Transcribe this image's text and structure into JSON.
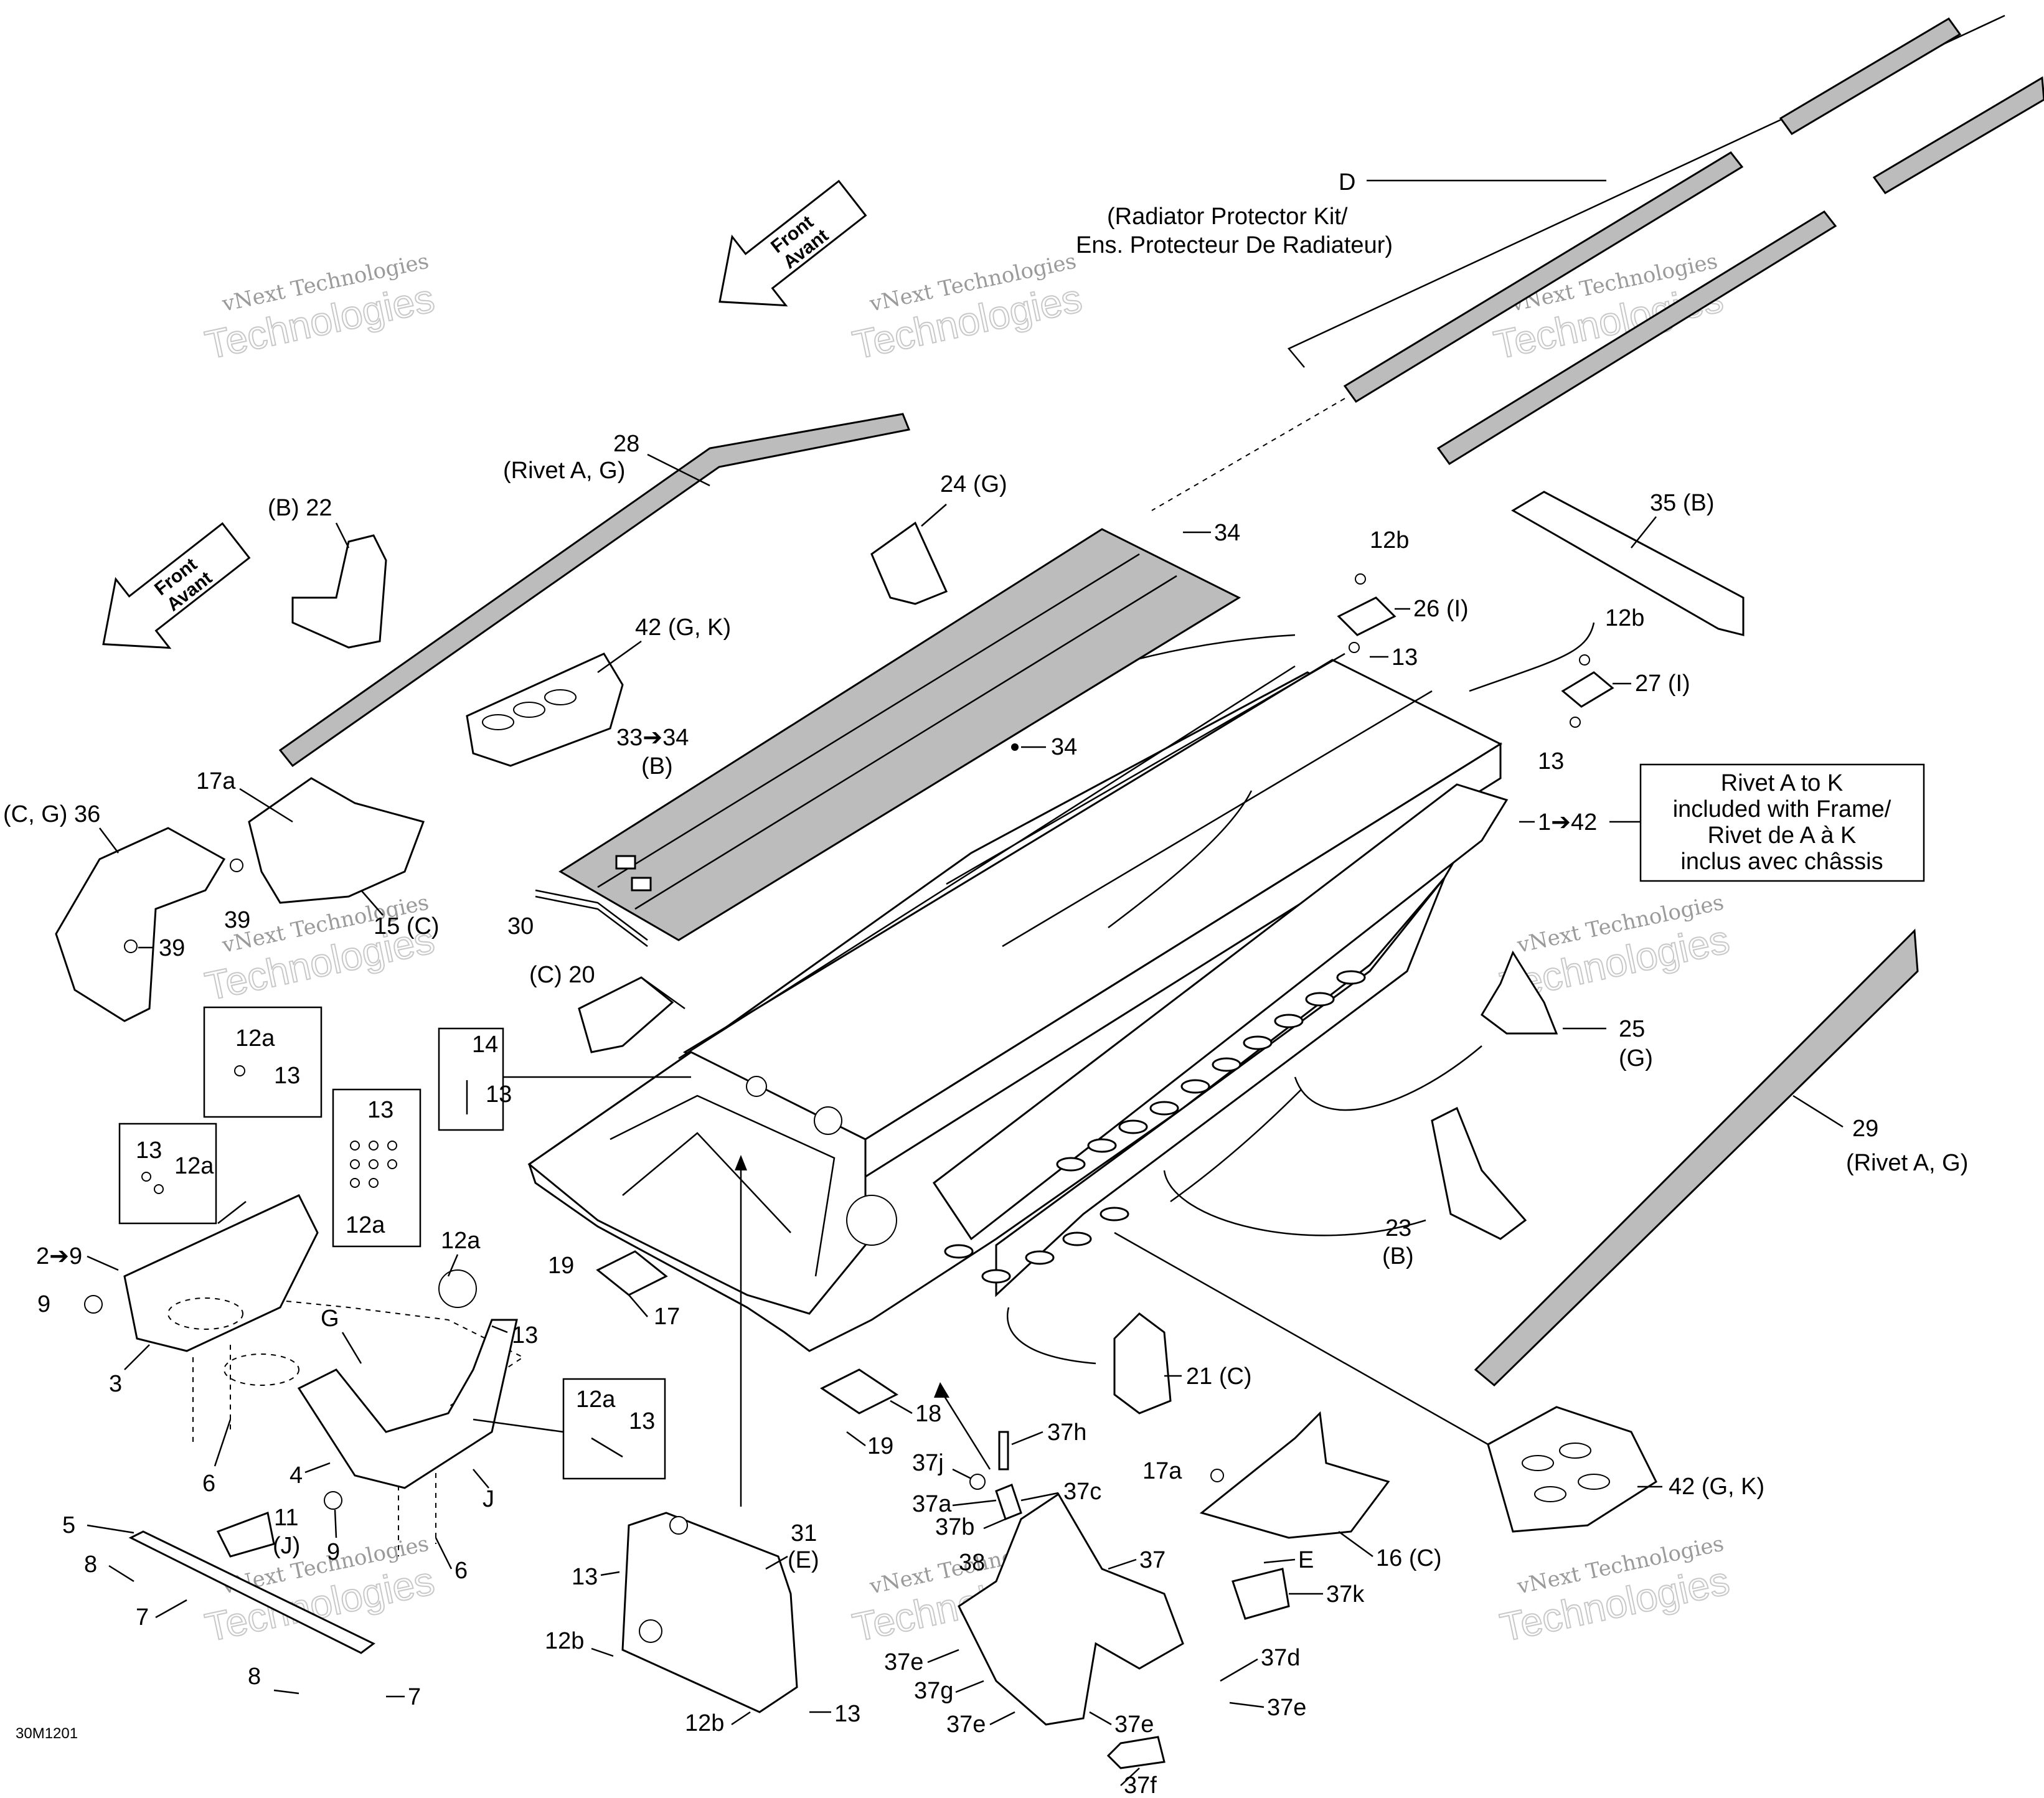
{
  "diagram_id": "30M1201",
  "watermark": {
    "line1": "vNext Technologies",
    "line2": "Technologies"
  },
  "direction_arrows": {
    "line1": "Front",
    "line2": "Avant"
  },
  "radiator_kit": {
    "letter": "D",
    "line1": "(Radiator Protector Kit/",
    "line2": "Ens. Protecteur De Radiateur)"
  },
  "rivet_note": {
    "line1": "Rivet A to K",
    "line2": "included with Frame/",
    "line3": "Rivet de A à K",
    "line4": "inclus avec châssis"
  },
  "labels": {
    "l28a": "28",
    "l28b": "(Rivet A, G)",
    "l22": "(B) 22",
    "l24": "24 (G)",
    "l34a": "34",
    "l34b": "34",
    "l42a": "42 (G, K)",
    "l33a": "33➔34",
    "l33b": "(B)",
    "l12b_1": "12b",
    "l26": "26 (I)",
    "l13_1": "13",
    "l12b_2": "12b",
    "l27": "27 (I)",
    "l13_2": "13",
    "l35": "35 (B)",
    "l1_42": "1➔42",
    "l17a_1": "17a",
    "l36": "(C, G) 36",
    "l39_1": "39",
    "l39_2": "39",
    "l15": "15 (C)",
    "l30": "30",
    "l20": "(C) 20",
    "l14": "14",
    "l13_box1": "13",
    "l12a_box1": "12a",
    "l13_box2": "13",
    "l13_box3": "13",
    "l12a_box3": "12a",
    "l13_box4": "13",
    "l12a_box4": "12a",
    "l2_9": "2➔9",
    "l9_1": "9",
    "l3": "3",
    "l12a_1": "12a",
    "l13_3": "13",
    "lG": "G",
    "l19_1": "19",
    "l17": "17",
    "l12a_box5": "12a",
    "l13_box5": "13",
    "l4": "4",
    "lJ": "J",
    "l6_1": "6",
    "l6_2": "6",
    "l5": "5",
    "l11a": "11",
    "l11b": "(J)",
    "l9_2": "9",
    "l8_1": "8",
    "l7_1": "7",
    "l8_2": "8",
    "l7_2": "7",
    "l25a": "25",
    "l25b": "(G)",
    "l29a": "29",
    "l29b": "(Rivet A, G)",
    "l23a": "23",
    "l23b": "(B)",
    "l21": "21 (C)",
    "l18": "18",
    "l19_2": "19",
    "l37h": "37h",
    "l37j": "37j",
    "l37c": "37c",
    "l37a": "37a",
    "l37b": "37b",
    "l17a_2": "17a",
    "l42b": "42 (G, K)",
    "l16": "16 (C)",
    "l31a": "31",
    "l31b": "(E)",
    "l13_4": "13",
    "l12b_3": "12b",
    "l12b_4": "12b",
    "l13_5": "13",
    "l38": "38",
    "l37": "37",
    "lE": "E",
    "l37k": "37k",
    "l37e_1": "37e",
    "l37g": "37g",
    "l37e_2": "37e",
    "l37e_3": "37e",
    "l37d": "37d",
    "l37e_4": "37e",
    "l37f": "37f"
  }
}
